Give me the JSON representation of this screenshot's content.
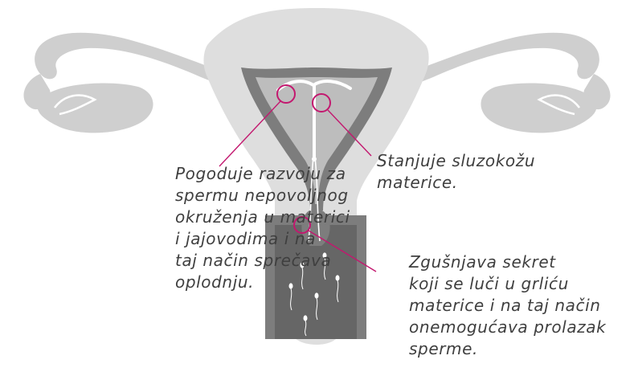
{
  "colors": {
    "tissue": "#cfcfcf",
    "tissue_light": "#dedede",
    "lining": "#7d7d7d",
    "lining_dark": "#666666",
    "cavity": "#bdbdbd",
    "device": "#ffffff",
    "callout": "#c3186f",
    "text": "#3f3f3f"
  },
  "annotations": {
    "left": "Pogoduje razvoju za\nspermu nepovoljnog\nokruženja u materici\ni jajovodima i na\ntaj način sprečava\noplodnju.",
    "top_right": "Stanjuje sluzokožu\nmaterice.",
    "bottom_right": "Zgušnjava sekret\nkoji se luči u grliću\nmaterice i na taj način\nonemogućava prolazak\nsperme."
  }
}
